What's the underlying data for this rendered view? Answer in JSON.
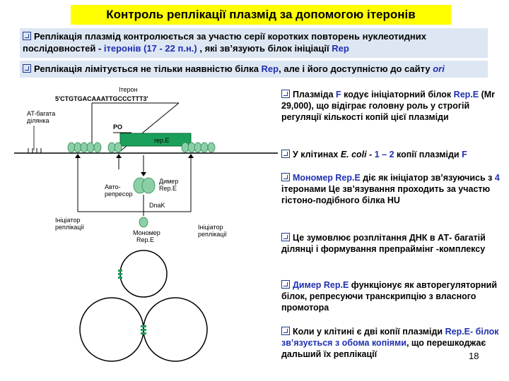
{
  "title": "Контроль реплікації плазмід за допомогою ітеронів",
  "band1": {
    "part1": "Реплікація плазмід контролюється за участю серії коротких повторень нуклеотидних послідовностей - ",
    "iterons": "ітеронів (17 - 22 п.н.)",
    "part2": " , які зв’язують білок ініціації ",
    "rep": "Rep"
  },
  "band2": {
    "part1": "Реплікація лімітується не тільки наявністю білка ",
    "rep": "Rep",
    "part2": ", але і його доступністю до сайту ",
    "ori": "ori"
  },
  "diagram": {
    "iteron_label": "Ітерон",
    "sequence": "5'CTGTGACAAATTGCCCTTT3'",
    "at_label_1": "AT-багата",
    "at_label_2": "ділянка",
    "po_label": "PO",
    "gene_label": "rep.E",
    "dimer_label_1": "Димер",
    "dimer_label_2": "Rep.E",
    "autorep_label_1": "Авто-",
    "autorep_label_2": "репресор",
    "dnak_label": "DnaK",
    "init_left_1": "Ініціатор",
    "init_left_2": "реплікації",
    "monomer_label_1": "Мономер",
    "monomer_label_2": "Rep.E",
    "init_right_1": "Ініціатор",
    "init_right_2": "реплікації"
  },
  "bullets": {
    "b1": {
      "t1": "Плазміда ",
      "f": "F",
      "t2": " кодує ініціаторний білок ",
      "rep": "Rep.E",
      "t3": " (Mr 29,000), що відіграє головну роль у строгій регуляції кількості копій цієї плазміди"
    },
    "b2": {
      "t1": "У клітинах ",
      "ecoli": "E. coli",
      "t2": "  - ",
      "num": "1 – 2",
      "t3": " копії плазміди ",
      "f": "F"
    },
    "b3": {
      "mono": "Мономер Rep.E",
      "t1": " діє як ініціатор зв’язуючись з ",
      "four": "4",
      "t2": " ітеронами Це зв’язування проходить за участю гістоно-подібного білка HU"
    },
    "b4": {
      "t1": "Це зумовлює розплітання ДНК в АТ- багатій ділянці і формування препраймінг -комплексу"
    },
    "b5": {
      "dimer": "Димер Rep.E",
      "t1": " функціонує як авторегуляторний білок, репресуючи транскрипцію з власного промотора"
    },
    "b6": {
      "t1": "Коли у клітині є дві копії плазміди ",
      "rep": "Rep.E",
      "t2": "- білок зв’язується з обома копіями",
      "t3": ", що перешкоджає дальший їх реплікації"
    }
  },
  "page_number": "18",
  "colors": {
    "title_bg": "#ffff00",
    "band_bg": "#dde6f3",
    "accent": "#1f2fb0",
    "gene_green": "#1aa05a",
    "bead_green": "#8ccfa6"
  }
}
